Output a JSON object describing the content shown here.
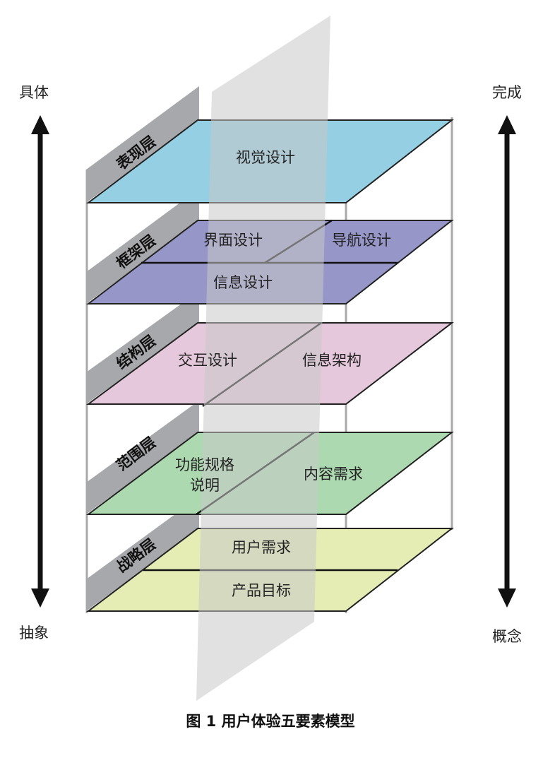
{
  "side_labels": {
    "left_top": "具体",
    "left_bottom": "抽象",
    "right_top": "完成",
    "right_bottom": "概念"
  },
  "layers": [
    {
      "name": "表现层",
      "cells": [
        "视觉设计"
      ],
      "color": "#94cfe4"
    },
    {
      "name": "框架层",
      "cells": [
        "界面设计",
        "导航设计",
        "信息设计"
      ],
      "color": "#9696c8"
    },
    {
      "name": "结构层",
      "cells": [
        "交互设计",
        "信息架构"
      ],
      "color": "#e6c8dc"
    },
    {
      "name": "范围层",
      "cells": [
        "功能规格",
        "说明",
        "内容需求"
      ],
      "color": "#acd9b0"
    },
    {
      "name": "战略层",
      "cells": [
        "用户需求",
        "产品目标"
      ],
      "color": "#e5edb5"
    }
  ],
  "caption": "图 1  用户体验五要素模型"
}
